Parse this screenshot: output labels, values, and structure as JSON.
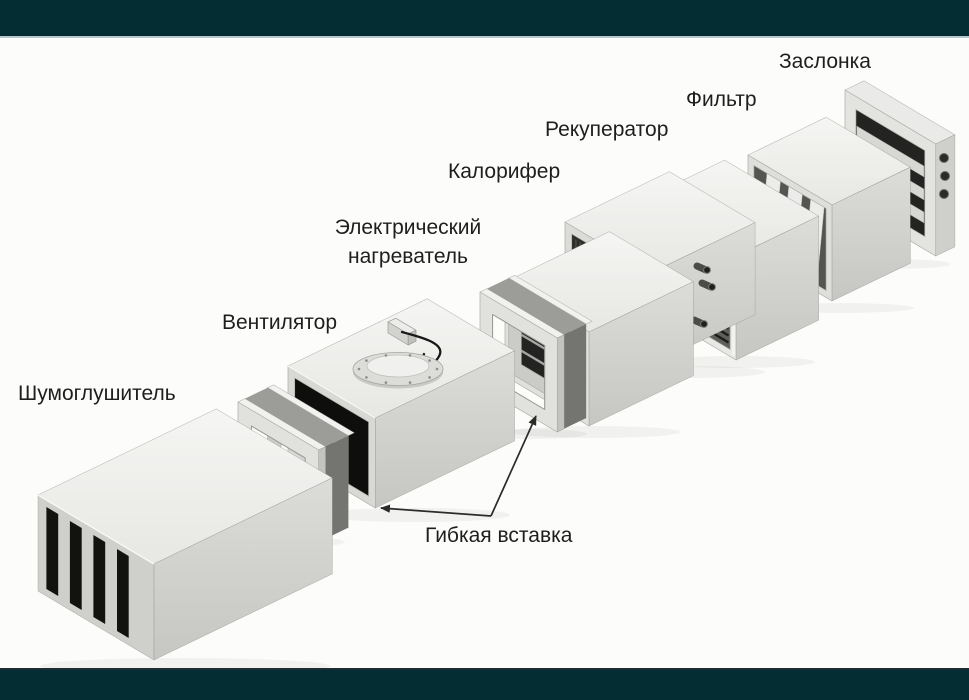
{
  "labels": {
    "silencer": "Шумоглушитель",
    "fan": "Вентилятор",
    "electric_heater": [
      "Электрический",
      "нагреватель"
    ],
    "water_heater": "Калорифер",
    "recuperator": "Рекуператор",
    "filter": "Фильтр",
    "damper": "Заслонка",
    "flexible_insert": "Гибкая вставка"
  },
  "colors": {
    "frame_bar": "#042d33",
    "frame_top_edge": "#b7c7cd",
    "frame_bottom_edge": "#1d2c35",
    "background": "#fcfcfb",
    "text": "#1e1e1c",
    "metal_light": "#f0f0ee",
    "metal_shadow": "#d3d3d0",
    "interior_dark": "#232321",
    "arrow": "#2b2b29"
  }
}
